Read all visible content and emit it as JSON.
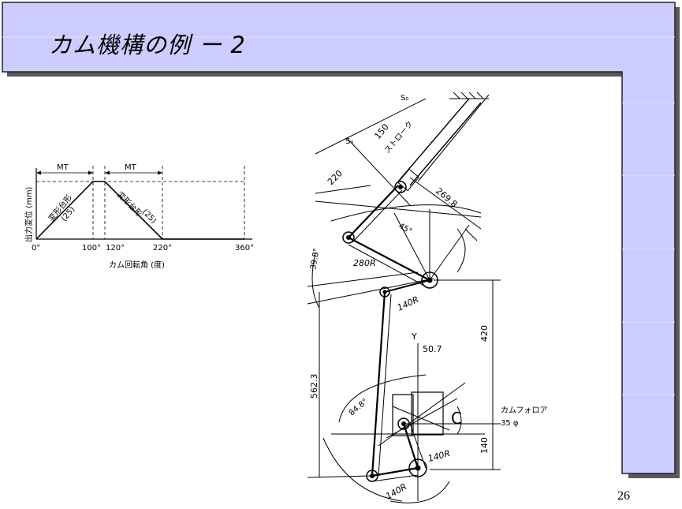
{
  "slide": {
    "title": "カム機構の例 ー 2",
    "page_number": "26"
  },
  "colors": {
    "band_fill": "#ccccff",
    "band_shadow": "#5a5a5a",
    "line": "#000000"
  },
  "timing_chart": {
    "y_label": "出力変位 (mm)",
    "x_label": "カム回転角 (度)",
    "segment_labels": [
      "MT",
      "MT"
    ],
    "curve_labels": [
      "変形台形",
      "(25)",
      "変形台形",
      "(25)"
    ],
    "x_ticks": [
      "0°",
      "100°",
      "120°",
      "220°",
      "360°"
    ]
  },
  "mechanism": {
    "stroke_label": "ストローク",
    "s_labels": [
      "S₀",
      "S₀"
    ],
    "dims": [
      "150",
      "220",
      "269.8",
      "45°",
      "39.8°",
      "280R",
      "140R",
      "420",
      "562.3",
      "Y",
      "50.7",
      "84.8°",
      "140",
      "140R",
      "140R"
    ],
    "follower_label": "カムフォロア",
    "follower_dia": "35 φ",
    "rotation_symbol": "C"
  }
}
